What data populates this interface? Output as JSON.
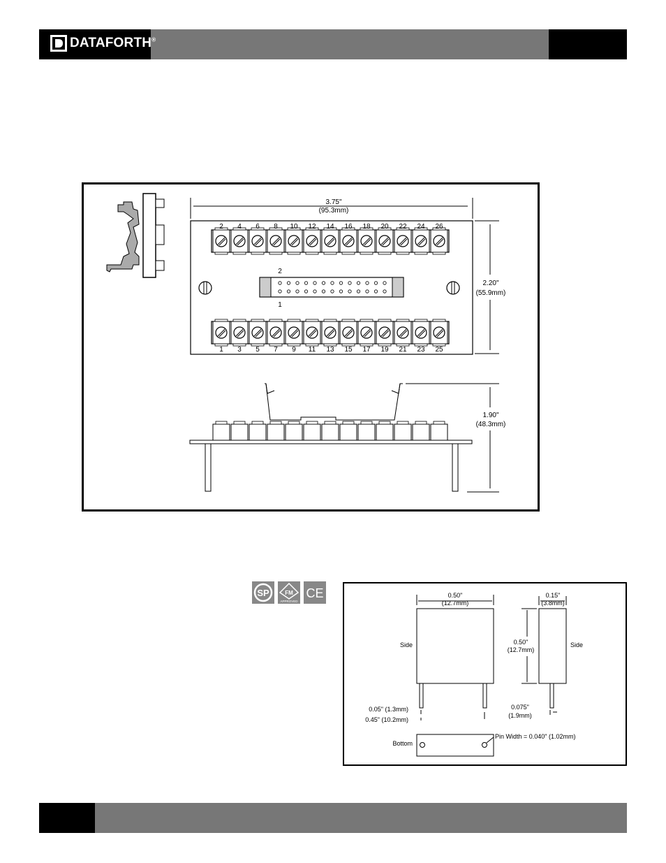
{
  "header": {
    "brand": "DATAFORTH",
    "registered": "®"
  },
  "colors": {
    "bar": "#777777",
    "block": "#000000"
  },
  "drawing_main": {
    "width_dim": {
      "in": "3.75\"",
      "mm": "(95.3mm)"
    },
    "height_dim": {
      "in": "2.20\"",
      "mm": "(55.9mm)"
    },
    "side_height_dim": {
      "in": "1.90\"",
      "mm": "(48.3mm)"
    },
    "top_terminals": [
      "2",
      "4",
      "6",
      "8",
      "10",
      "12",
      "14",
      "16",
      "18",
      "20",
      "22",
      "24",
      "26"
    ],
    "bottom_terminals": [
      "1",
      "3",
      "5",
      "7",
      "9",
      "11",
      "13",
      "15",
      "17",
      "19",
      "21",
      "23",
      "25"
    ],
    "connector_labels": {
      "top": "2",
      "bottom": "1"
    }
  },
  "certifications": {
    "csa": "SP",
    "fm": "FM",
    "fm_sub": "APPROVED",
    "ce": "CE"
  },
  "drawing_module": {
    "width_dim": {
      "in": "0.50\"",
      "mm": "(12.7mm)"
    },
    "depth_dim": {
      "in": "0.15\"",
      "mm": "(3.8mm)"
    },
    "height_dim": {
      "in": "0.50\"",
      "mm": "(12.7mm)"
    },
    "side_label_left": "Side",
    "side_label_right": "Side",
    "pin_dim_1": "0.05\" (1.3mm)",
    "pin_dim_2": "0.45\" (10.2mm)",
    "pin_offset": {
      "in": "0.075\"",
      "mm": "(1.9mm)"
    },
    "bottom_label": "Bottom",
    "pin_width": "Pin Width = 0.040\" (1.02mm)"
  }
}
